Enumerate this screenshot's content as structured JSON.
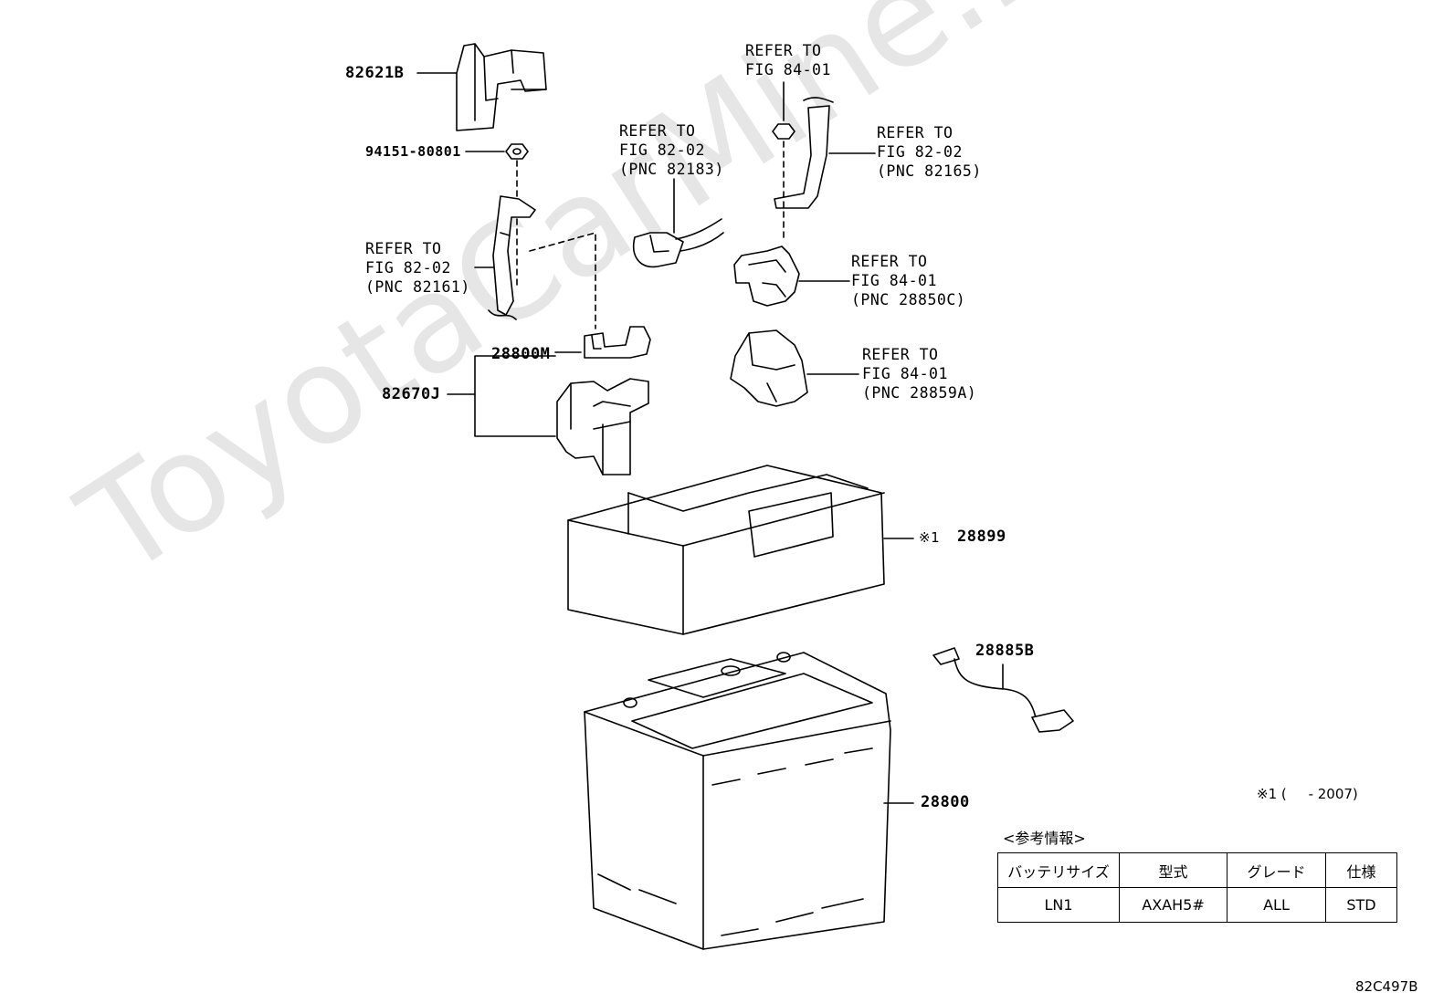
{
  "watermark": "ToyotaCarMine.ru",
  "labels": {
    "p82621B": "82621B",
    "p94151": "94151-80801",
    "p28800M": "28800M",
    "p82670J": "82670J",
    "p28899": "28899",
    "p28899_mark": "※1",
    "p28885B": "28885B",
    "p28800": "28800"
  },
  "refs": {
    "r82161": "REFER TO\nFIG 82-02\n(PNC 82161)",
    "r82183": "REFER TO\nFIG 82-02\n(PNC 82183)",
    "r8401_top": "REFER TO\nFIG 84-01",
    "r82165": "REFER TO\nFIG 82-02\n(PNC 82165)",
    "r28850C": "REFER TO\nFIG 84-01\n(PNC 28850C)",
    "r28859A": "REFER TO\nFIG 84-01\n(PNC 28859A)"
  },
  "footnote": "※1 (     - 2007)",
  "info": {
    "title": "<参考情報>",
    "headers": [
      "バッテリサイズ",
      "型式",
      "グレード",
      "仕様"
    ],
    "row": [
      "LN1",
      "AXAH5#",
      "ALL",
      "STD"
    ]
  },
  "diagram_code": "82C497B"
}
